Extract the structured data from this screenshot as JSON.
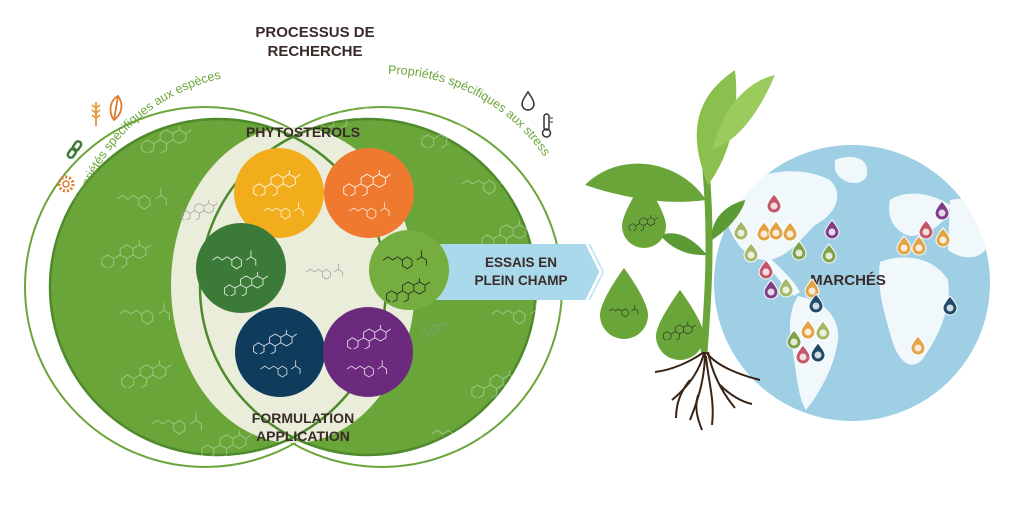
{
  "diagram": {
    "research_title_line1": "PROCESSUS DE",
    "research_title_line2": "RECHERCHE",
    "phytosterols_label": "PHYTOSTEROLS",
    "formulation_line1": "FORMULATION",
    "formulation_line2": "APPLICATION",
    "field_trials_line1": "ESSAIS EN",
    "field_trials_line2": "PLEIN CHAMP",
    "markets_label": "MARCHÉS",
    "species_arc_label": "Propriétés spécifiques aux espèces",
    "stress_arc_label": "Propriétés spécifiques aux stress"
  },
  "colors": {
    "ring_green": "#6aa53a",
    "inner_cream": "#e9edd9",
    "circle_yellow": "#f2ad1c",
    "circle_orange": "#ef7a2f",
    "circle_dark_green": "#3b7a37",
    "circle_light_green": "#76ad3f",
    "circle_navy": "#0f3b5c",
    "circle_purple": "#6b2a7d",
    "arrow_blue": "#a9d9ea",
    "globe_blue": "#9ecfe5",
    "land_white": "#ffffff",
    "plant_green": "#6aa53a",
    "root_brown": "#3a2416"
  },
  "icons": {
    "species": [
      "gear-icon",
      "chain-icon",
      "wheat-icon",
      "leaf-icon"
    ],
    "stress": [
      "water-drop-icon",
      "thermometer-icon"
    ]
  },
  "market_pins": [
    {
      "color": "#a6b86a"
    },
    {
      "color": "#e2a346"
    },
    {
      "color": "#c4586a"
    },
    {
      "color": "#e2a346"
    },
    {
      "color": "#e2a346"
    },
    {
      "color": "#7fa24a"
    },
    {
      "color": "#a6b86a"
    },
    {
      "color": "#c4586a"
    },
    {
      "color": "#7e3f8a"
    },
    {
      "color": "#7e3f8a"
    },
    {
      "color": "#a6b86a"
    },
    {
      "color": "#e2a346"
    },
    {
      "color": "#7fa24a"
    },
    {
      "color": "#7e3f8a"
    },
    {
      "color": "#e2a346"
    },
    {
      "color": "#e2a346"
    },
    {
      "color": "#c4586a"
    },
    {
      "color": "#e2a346"
    },
    {
      "color": "#224a6a"
    },
    {
      "color": "#224a6a"
    },
    {
      "color": "#e2a346"
    },
    {
      "color": "#7fa24a"
    },
    {
      "color": "#c4586a"
    },
    {
      "color": "#224a6a"
    },
    {
      "color": "#a6b86a"
    },
    {
      "color": "#e2a346"
    }
  ]
}
